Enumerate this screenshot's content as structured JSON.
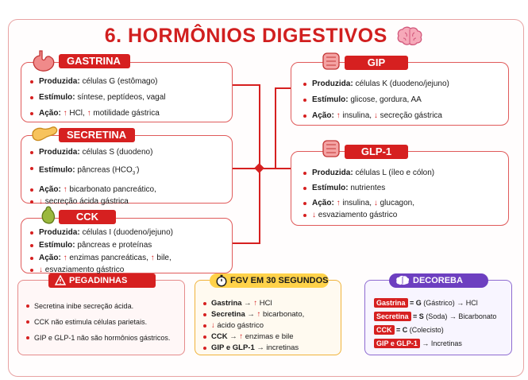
{
  "title": "6. HORMÔNIOS DIGESTIVOS",
  "icons": [
    "brain-icon",
    "stomach-icon",
    "pancreas-icon",
    "gallbladder-icon",
    "intestine-icon",
    "warning-icon",
    "stopwatch-icon"
  ],
  "colors": {
    "accent": "#d62020",
    "gold": "#ffd24a",
    "purple": "#6d3fc0"
  },
  "cards": {
    "gastrina": {
      "label": "GASTRINA",
      "prod_k": "Produzida:",
      "prod_v": " células G (estômago)",
      "est_k": "Estímulo:",
      "est_v": " síntese, peptídeos, vagal",
      "acao_k": "Ação:",
      "acao_a": "HCl,",
      "acao_b": "motilidade gástrica"
    },
    "secretina": {
      "label": "SECRETINA",
      "prod_k": "Produzida:",
      "prod_v": " células S (duodeno)",
      "est_k": "Estímulo:",
      "est_v": " pâncreas (HCO",
      "acao_k": "Ação:",
      "acao_a": "bicarbonato pancreático,",
      "acao_b": "secreção ácida gástrica"
    },
    "cck": {
      "label": "CCK",
      "prod_k": "Produzida:",
      "prod_v": " células I (duodeno/jejuno)",
      "est_k": "Estímulo:",
      "est_v": " pâncreas e proteínas",
      "acao_k": "Ação:",
      "acao_a": "enzimas pancreáticas,",
      "acao_b": "bile,",
      "acao_c": "esvaziamento gástrico"
    },
    "gip": {
      "label": "GIP",
      "prod_k": "Produzida:",
      "prod_v": " células K (duodeno/jejuno)",
      "est_k": "Estímulo:",
      "est_v": " glicose, gordura, AA",
      "acao_k": "Ação:",
      "acao_a": "insulina,",
      "acao_b": "secreção gástrica"
    },
    "glp1": {
      "label": "GLP-1",
      "prod_k": "Produzida:",
      "prod_v": " células L (íleo e cólon)",
      "est_k": "Estímulo:",
      "est_v": " nutrientes",
      "acao_k": "Ação:",
      "acao_a": "insulina,",
      "acao_b": "glucagon,",
      "acao_c": "esvaziamento gástrico"
    }
  },
  "pegadinhas": {
    "title": "PEGADINHAS",
    "items": [
      "Secretina inibe secreção ácida.",
      "CCK não estimula células parietais.",
      "GIP e GLP-1 não são hormônios gástricos."
    ]
  },
  "fgv": {
    "title": "FGV EM 30 SEGUNDOS",
    "l1_k": "Gastrina",
    "l1_v": "HCl",
    "l2_k": "Secretina",
    "l2_v": "bicarbonato,",
    "l2_c": "ácido gástrico",
    "l3_k": "CCK",
    "l3_v": "enzimas e bile",
    "l4_k": "GIP e GLP-1",
    "l4_v": "incretinas"
  },
  "decoreba": {
    "title": "DECOREBA",
    "r1_chip": "Gastrina",
    "r1_eq": "= G",
    "r1_v": " (Gástrico) → HCl",
    "r2_chip": "Secretina",
    "r2_eq": "= S",
    "r2_v": " (Soda) → Bicarbonato",
    "r3_chip": "CCK",
    "r3_eq": "= C",
    "r3_v": " (Colecisto)",
    "r4_chip": "GIP e GLP-1",
    "r4_v": " → Incretinas"
  }
}
